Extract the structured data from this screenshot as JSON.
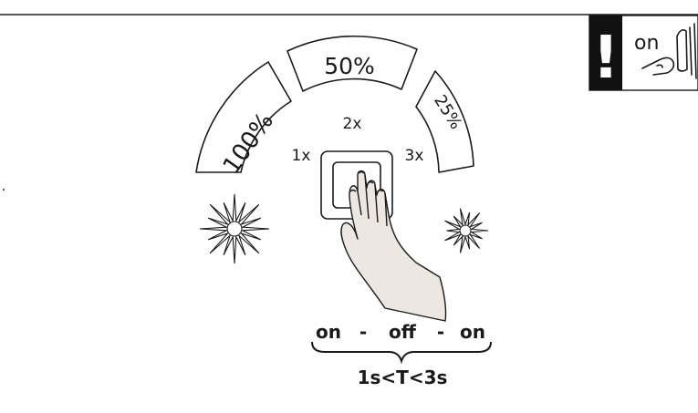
{
  "levels": {
    "full": "100%",
    "half": "50%",
    "quarter": "25%"
  },
  "presses": {
    "once": "1x",
    "twice": "2x",
    "thrice": "3x"
  },
  "warning": {
    "mark": "!",
    "label": "on"
  },
  "sequence": {
    "on_1": "on",
    "dash_1": "-",
    "off": "off",
    "dash_2": "-",
    "on_2": "on"
  },
  "timing": "1s<T<3s",
  "colors": {
    "line": "#1a1a1a",
    "hand_fill": "#ede7e2",
    "warning_bg": "#111111"
  },
  "icons": [
    "sun-bright-icon",
    "sun-dim-icon",
    "hand-pressing-icon",
    "finger-press-icon",
    "wall-switch-icon"
  ]
}
